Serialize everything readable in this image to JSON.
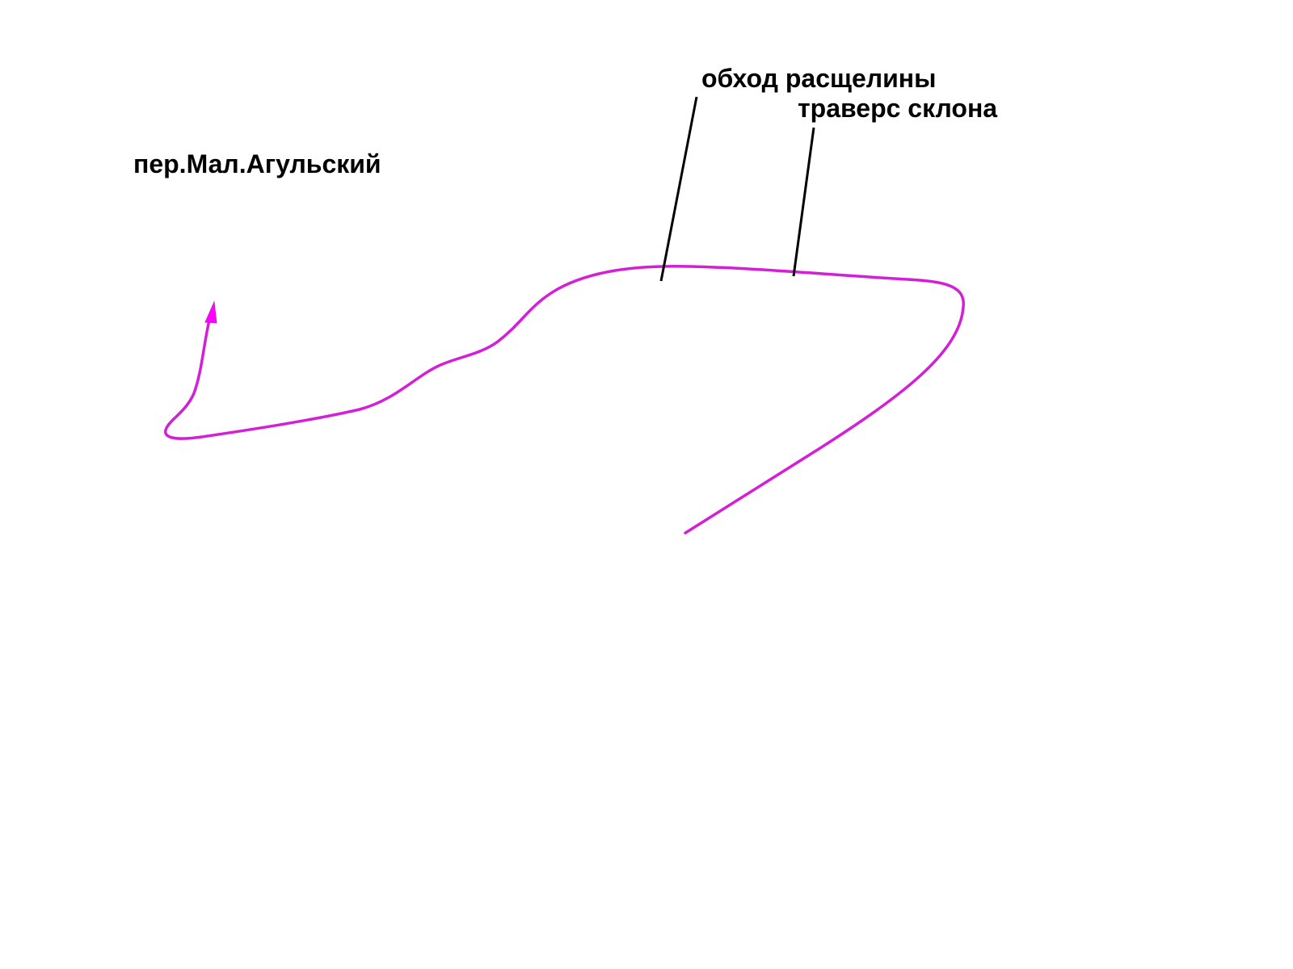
{
  "labels": {
    "pass_name": "пер.Мал.Агульский",
    "crevasse_bypass": "обход расщелины",
    "slope_traverse": "траверс склона"
  },
  "colors": {
    "route": "#d31fd6",
    "arrowhead": "#ff00ff",
    "leader": "#000000",
    "text": "#000000",
    "background": "#ffffff"
  }
}
